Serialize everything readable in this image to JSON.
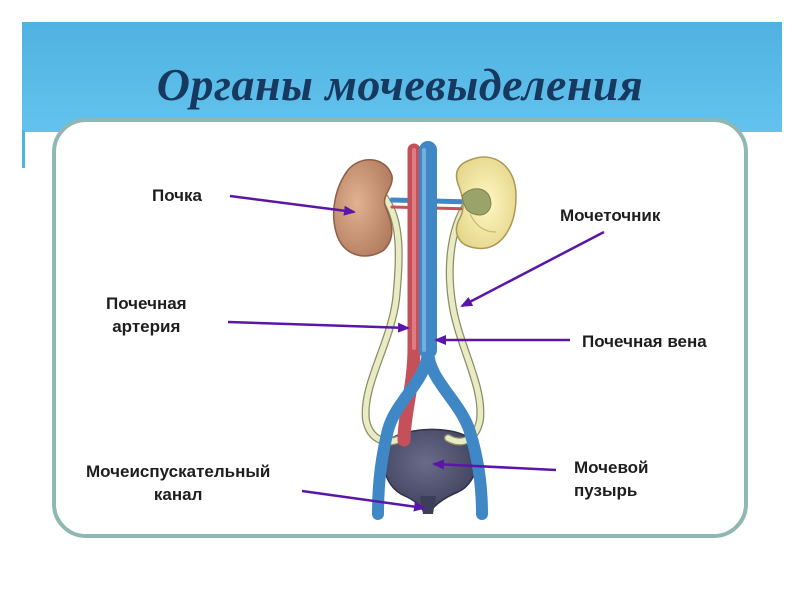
{
  "title": "Органы мочевыделения",
  "labels": {
    "kidney": "Почка",
    "ureter": "Мочеточник",
    "renal_artery": [
      "Почечная",
      "артерия"
    ],
    "renal_vein": "Почечная вена",
    "urethra": [
      "Мочеиспускательный",
      "канал"
    ],
    "bladder": [
      "Мочевой",
      "пузырь"
    ]
  },
  "colors": {
    "title_band": "#5bbbe8",
    "title_text": "#17385f",
    "frame_border": "#8fb8b4",
    "pointer_arrow": "#5a16a6",
    "vein": "#3f88c5",
    "artery": "#c4505a",
    "kidney": "#c99577",
    "ureter": "#e7e9bd",
    "bladder": "#4e4f6e"
  }
}
